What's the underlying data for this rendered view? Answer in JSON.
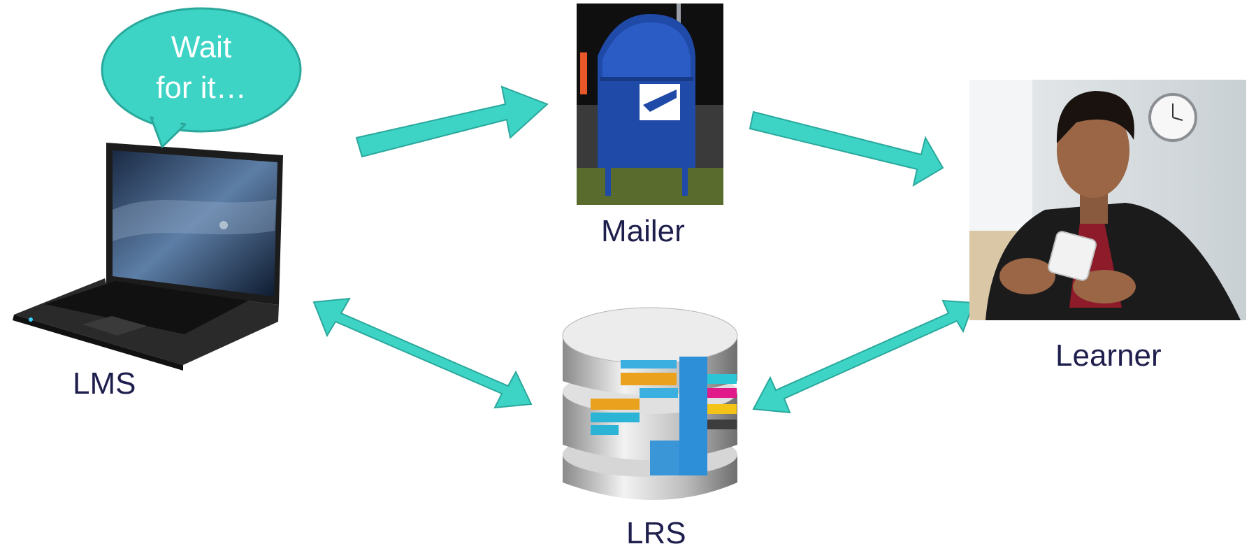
{
  "nodes": {
    "lms": {
      "label": "LMS",
      "icon": "laptop-icon"
    },
    "mailer": {
      "label": "Mailer",
      "icon": "mailbox-icon"
    },
    "learner": {
      "label": "Learner",
      "icon": "learner-photo"
    },
    "lrs": {
      "label": "LRS",
      "icon": "database-icon"
    }
  },
  "speech_bubble": {
    "line1": "Wait",
    "line2": "for it…"
  },
  "edges": [
    {
      "from": "LMS",
      "to": "Mailer",
      "direction": "one-way"
    },
    {
      "from": "Mailer",
      "to": "Learner",
      "direction": "one-way"
    },
    {
      "from": "LMS",
      "to": "LRS",
      "direction": "two-way"
    },
    {
      "from": "LRS",
      "to": "Learner",
      "direction": "two-way"
    }
  ],
  "colors": {
    "accent": "#3dd4c6",
    "accent_stroke": "#2aa89c",
    "label": "#1f1f4d",
    "mailbox_blue": "#1f4aa8"
  }
}
